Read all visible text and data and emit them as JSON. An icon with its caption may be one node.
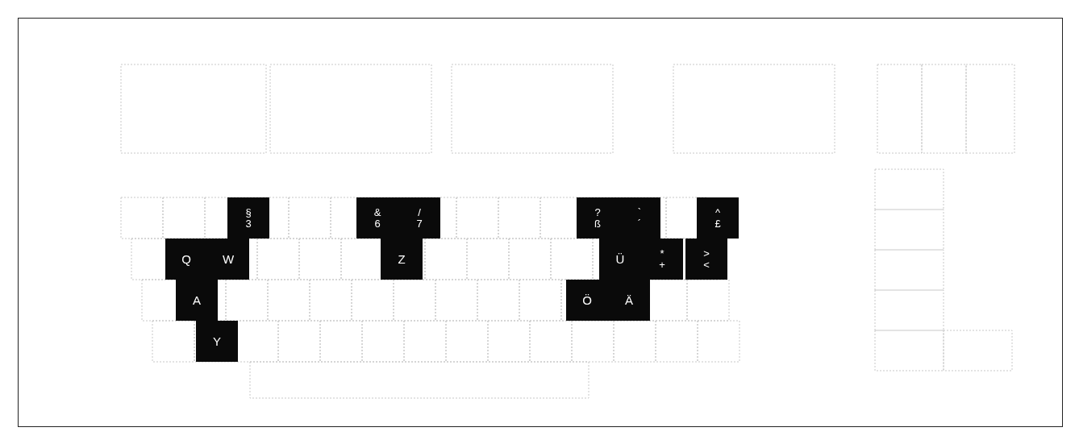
{
  "diagram": {
    "nodes": [
      {
        "text": [
          "§",
          "3"
        ]
      },
      {
        "text": [
          "&",
          "6"
        ]
      },
      {
        "text": [
          "/",
          "7"
        ]
      },
      {
        "text": [
          "?",
          "ß"
        ]
      },
      {
        "text": [
          "`",
          "´"
        ]
      },
      {
        "text": [
          "^",
          "£"
        ]
      },
      {
        "text": [
          "Q"
        ]
      },
      {
        "text": [
          "W"
        ]
      },
      {
        "text": [
          "Z"
        ]
      },
      {
        "text": [
          "Ü"
        ]
      },
      {
        "text": [
          "*",
          "+"
        ]
      },
      {
        "text": [
          ">",
          "<"
        ]
      },
      {
        "text": [
          "A"
        ]
      },
      {
        "text": [
          "Ö"
        ]
      },
      {
        "text": [
          "Ä"
        ]
      },
      {
        "text": [
          "Y"
        ]
      }
    ]
  }
}
